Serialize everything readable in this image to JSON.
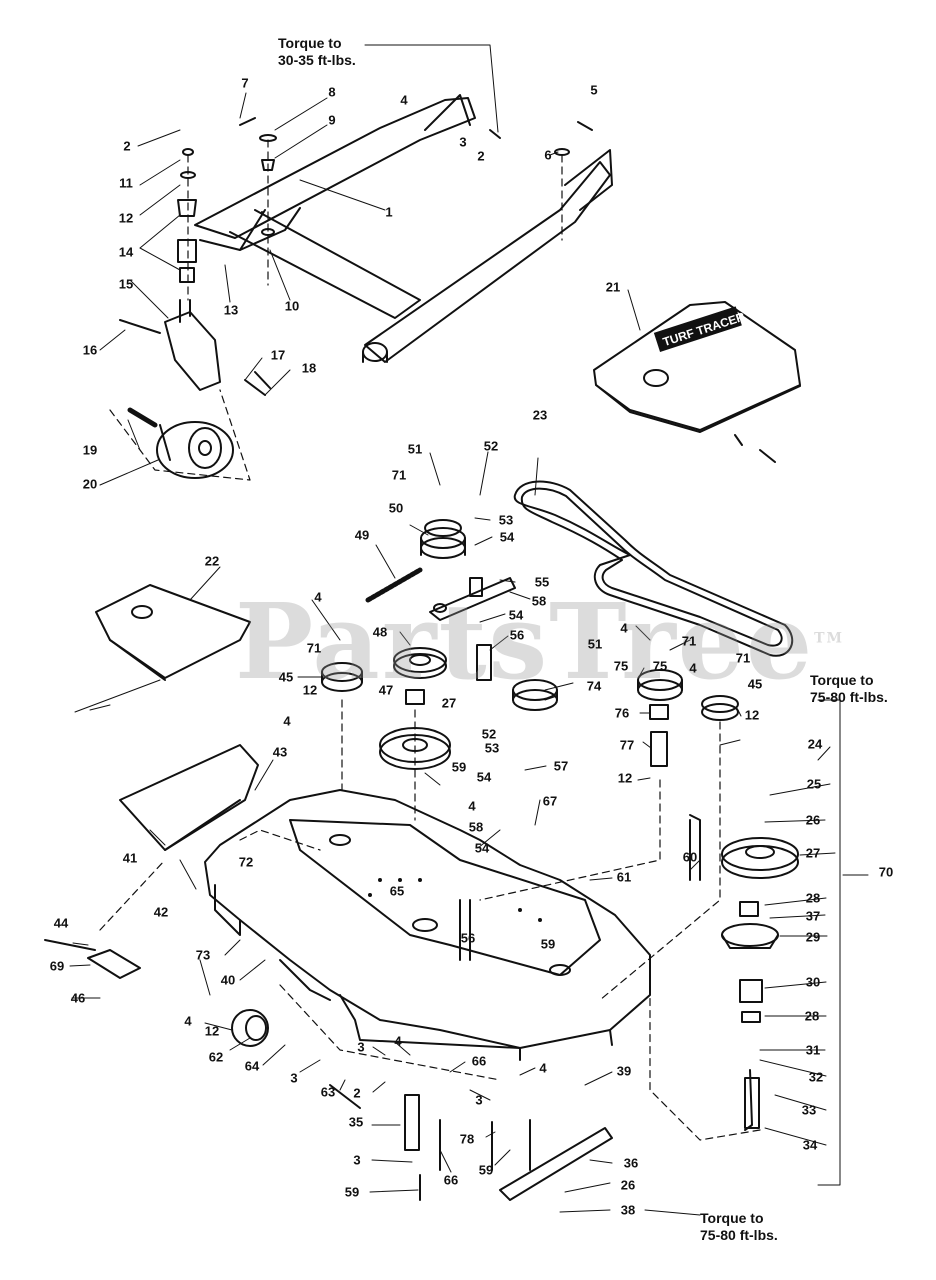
{
  "watermark": "PartsTree",
  "watermark_tm": "TM",
  "cover_logo": "TURF TRACER",
  "colors": {
    "ink": "#111111",
    "watermark": "#969696",
    "paper": "#ffffff"
  },
  "notes": {
    "torque_top": "Torque to\n30-35 ft-lbs.",
    "torque_right": "Torque to\n75-80 ft-lbs.",
    "torque_bottom": "Torque to\n75-80 ft-lbs."
  },
  "callouts": [
    "2",
    "11",
    "12",
    "14",
    "7",
    "8",
    "9",
    "10",
    "13",
    "15",
    "16",
    "17",
    "18",
    "19",
    "20",
    "4",
    "3",
    "2",
    "1",
    "5",
    "6",
    "21",
    "23",
    "51",
    "52",
    "71",
    "50",
    "53",
    "54",
    "49",
    "55",
    "58",
    "22",
    "4",
    "48",
    "71",
    "45",
    "12",
    "47",
    "27",
    "4",
    "54",
    "56",
    "4",
    "51",
    "71",
    "75",
    "74",
    "75",
    "4",
    "71",
    "45",
    "12",
    "76",
    "77",
    "12",
    "52",
    "53",
    "57",
    "54",
    "58",
    "54",
    "59",
    "4",
    "67",
    "43",
    "41",
    "72",
    "42",
    "65",
    "56",
    "59",
    "61",
    "60",
    "24",
    "25",
    "26",
    "27",
    "28",
    "37",
    "29",
    "30",
    "28",
    "31",
    "32",
    "33",
    "34",
    "70",
    "44",
    "69",
    "46",
    "73",
    "40",
    "4",
    "12",
    "62",
    "64",
    "3",
    "63",
    "3",
    "2",
    "4",
    "66",
    "3",
    "4",
    "39",
    "35",
    "78",
    "3",
    "59",
    "66",
    "59",
    "36",
    "26",
    "38"
  ]
}
